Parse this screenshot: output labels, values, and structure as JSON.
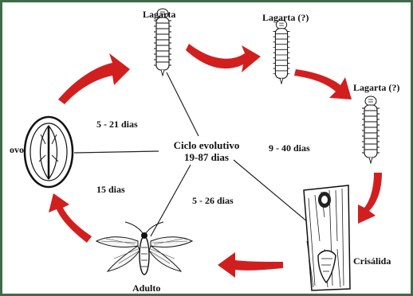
{
  "diagram": {
    "stages": {
      "larva_1": "Lagarta",
      "larva_2": "Lagarta (?)",
      "larva_3": "Lagarta (?)",
      "egg": "ovo",
      "pupa": "Crisálida",
      "adult": "Adulto"
    },
    "durations": {
      "egg_to_larva": "5 - 21 dias",
      "larva_stage": "9 - 40 dias",
      "pupa_to_adult": "5 - 26 dias",
      "adult_to_egg": "15 dias"
    },
    "center": {
      "line1": "Ciclo evolutivo",
      "line2": "19-87 dias"
    },
    "colors": {
      "arrow": "#d11f1f",
      "frame": "#3f6b48",
      "ink": "#111111"
    }
  }
}
